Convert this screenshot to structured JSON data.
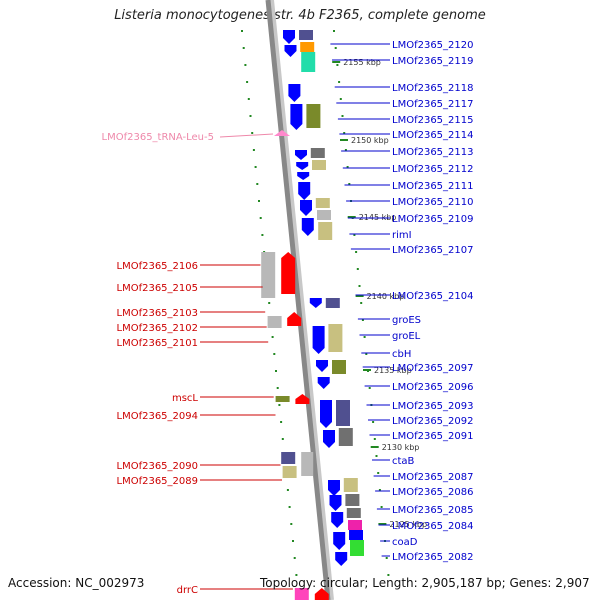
{
  "title": "Listeria monocytogenes str. 4b F2365, complete genome",
  "accession_text": "Accession: NC_002973",
  "topology_text": "Topology: circular; Length: 2,905,187 bp; Genes: 2,907",
  "kbp_labels": [
    "2155 kbp",
    "2150 kbp",
    "2145 kbp",
    "2140 kbp",
    "2135 kbp",
    "2130 kbp",
    "2125 kbp"
  ],
  "right_labels": [
    "LMOf2365_2120",
    "LMOf2365_2119",
    "LMOf2365_2118",
    "LMOf2365_2117",
    "LMOf2365_2115",
    "LMOf2365_2114",
    "LMOf2365_2113",
    "LMOf2365_2112",
    "LMOf2365_2111",
    "LMOf2365_2110",
    "LMOf2365_2109",
    "rimI",
    "LMOf2365_2107",
    "LMOf2365_2104",
    "groES",
    "groEL",
    "cbH",
    "LMOf2365_2097",
    "LMOf2365_2096",
    "LMOf2365_2093",
    "LMOf2365_2092",
    "LMOf2365_2091",
    "ctaB",
    "LMOf2365_2087",
    "LMOf2365_2086",
    "LMOf2365_2085",
    "LMOf2365_2084",
    "coaD",
    "LMOf2365_2082"
  ],
  "left_labels": [
    "LMOf2365_2106",
    "LMOf2365_2105",
    "LMOf2365_2103",
    "LMOf2365_2102",
    "LMOf2365_2101",
    "mscL",
    "LMOf2365_2094",
    "LMOf2365_2090",
    "LMOf2365_2089",
    "drrC"
  ],
  "trna_label": "LMOf2365_tRNA-Leu-5",
  "colors": {
    "forward_label": "#0000cc",
    "reverse_label": "#cc0000",
    "trna_label": "#ee88aa",
    "forward_gene": "#0000ff",
    "reverse_gene": "#ff0000",
    "backbone": "#888888",
    "tick": "#228822",
    "olive": "#7a8a2a",
    "khaki": "#c8c080",
    "gray": "#707070",
    "lightgray": "#b8b8b8",
    "slate": "#505090",
    "teal": "#22ddaa",
    "orange": "#ff9900",
    "magenta": "#ee22aa",
    "green": "#33dd33"
  }
}
